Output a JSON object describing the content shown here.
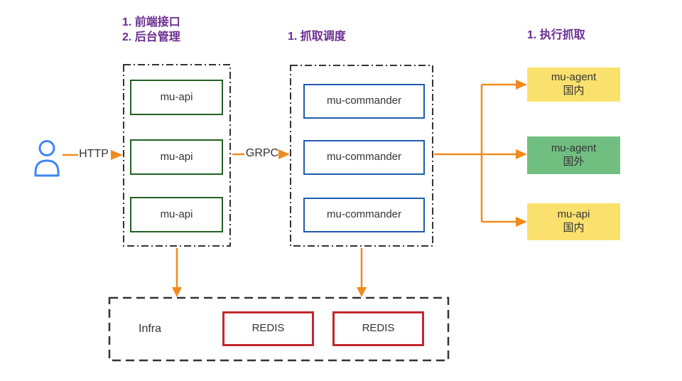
{
  "titles": {
    "api_line1": "1. 前端接口",
    "api_line2": "2. 后台管理",
    "commander": "1. 抓取调度",
    "agent": "1. 执行抓取"
  },
  "connectors": {
    "http_label": "HTTP",
    "grpc_label": "GRPC"
  },
  "clusters": {
    "api": {
      "boxes": [
        "mu-api",
        "mu-api",
        "mu-api"
      ]
    },
    "commander": {
      "boxes": [
        "mu-commander",
        "mu-commander",
        "mu-commander"
      ]
    }
  },
  "agents": [
    {
      "line1": "mu-agent",
      "line2": "国内",
      "bg": "#FAE16D"
    },
    {
      "line1": "mu-agent",
      "line2": "国外",
      "bg": "#71BF80"
    },
    {
      "line1": "mu-api",
      "line2": "国内",
      "bg": "#FAE16D"
    }
  ],
  "infra": {
    "label": "Infra",
    "boxes": [
      "REDIS",
      "REDIS"
    ]
  },
  "icons": {
    "user": "user-icon"
  },
  "colors": {
    "purple": "#6B2D91",
    "orange": "#F18A1D",
    "green-border": "#226122",
    "blue-border": "#1E5CAE",
    "red-border": "#C1282D",
    "yellow-fill": "#FAE16D",
    "green-fill": "#71BF80",
    "blue-icon": "#3E86F5",
    "text": "#333333",
    "line": "#333333"
  }
}
